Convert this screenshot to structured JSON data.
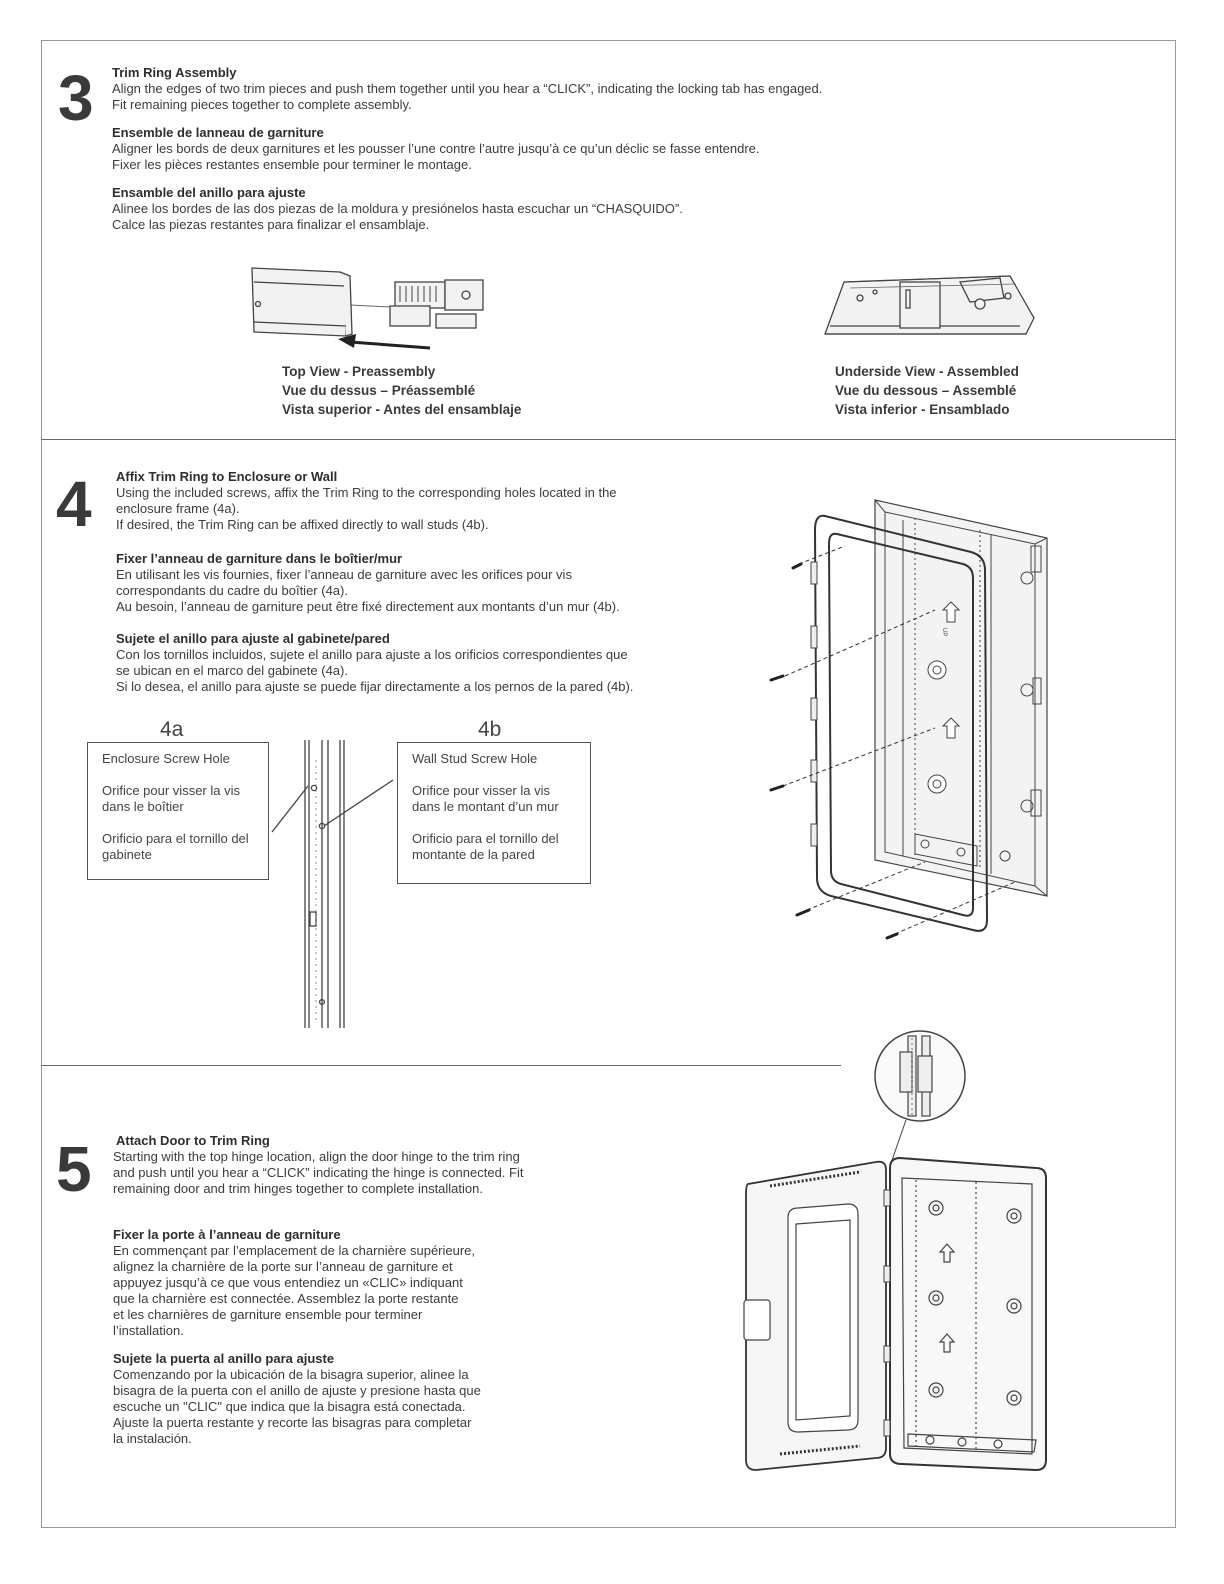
{
  "step3": {
    "number": "3",
    "en_title": "Trim Ring Assembly",
    "en_lines": [
      "Align the edges of two trim pieces and push them together until you hear a “CLICK”, indicating the locking tab has engaged.",
      "Fit remaining pieces together to complete assembly."
    ],
    "fr_title": "Ensemble de lanneau de garniture",
    "fr_lines": [
      "Aligner les bords de deux garnitures et les pousser l’une contre l’autre jusqu’à ce qu’un déclic se fasse entendre.",
      "Fixer les pièces restantes ensemble pour terminer le montage."
    ],
    "es_title": "Ensamble del anillo para ajuste",
    "es_lines": [
      "Alinee los bordes de las dos piezas de la moldura y presiónelos hasta escuchar un “CHASQUIDO”.",
      "Calce las piezas restantes para finalizar el ensamblaje."
    ],
    "top_view_caption": [
      "Top View - Preassembly",
      "Vue du dessus – Préassemblé",
      "Vista superior - Antes del ensamblaje"
    ],
    "underside_caption": [
      "Underside View - Assembled",
      "Vue du dessous – Assemblé",
      "Vista inferior - Ensamblado"
    ]
  },
  "step4": {
    "number": "4",
    "en_title": "Affix Trim Ring to Enclosure or Wall",
    "en_lines": [
      "Using the included screws, affix the Trim Ring to the corresponding holes located in the",
      "enclosure frame (4a).",
      "If desired, the Trim Ring can be affixed directly to wall studs (4b)."
    ],
    "fr_title": "Fixer l’anneau de garniture dans le boîtier/mur",
    "fr_lines": [
      "En utilisant les vis fournies, fixer l’anneau de garniture avec les orifices pour vis",
      "correspondants du cadre du boîtier (4a).",
      "Au besoin, l’anneau de garniture peut être fixé directement aux montants d’un mur (4b)."
    ],
    "es_title": "Sujete el anillo para ajuste al gabinete/pared",
    "es_lines": [
      "Con los tornillos incluidos, sujete el anillo para ajuste a los orificios correspondientes que",
      "se ubican en el marco del gabinete (4a).",
      "Si lo desea, el anillo para ajuste se puede fijar directamente a los pernos de la pared (4b)."
    ],
    "label_4a": "4a",
    "label_4b": "4b",
    "box_4a": [
      "Enclosure Screw Hole",
      "Orifice pour visser la vis dans le boîtier",
      "Orificio para el tornillo del gabinete"
    ],
    "box_4b": [
      "Wall Stud Screw Hole",
      "Orifice pour visser la vis dans le montant d’un mur",
      "Orificio para el tornillo del montante de la pared"
    ],
    "up_label": "UP"
  },
  "step5": {
    "number": "5",
    "en_title": "Attach Door to Trim Ring",
    "en_lines": [
      "Starting with the top hinge location, align the door hinge to the trim ring",
      "and push until you hear a “CLICK” indicating the hinge is connected. Fit",
      "remaining door and trim hinges together to complete installation."
    ],
    "fr_title": "Fixer la porte à l’anneau de garniture",
    "fr_lines": [
      "En commençant par l’emplacement de la charnière supérieure,",
      "alignez la charnière de la porte sur l’anneau de garniture et",
      "appuyez jusqu’à ce que vous entendiez un «CLIC» indiquant",
      "que la charnière est connectée.  Assemblez la porte restante",
      "et les charnières de garniture ensemble pour terminer",
      "l’installation."
    ],
    "es_title": "Sujete la puerta al anillo para ajuste",
    "es_lines": [
      "Comenzando por la ubicación de la bisagra superior, alinee la",
      "bisagra de la puerta con el anillo de ajuste y presione hasta que",
      "escuche un \"CLIC\" que indica que la bisagra está conectada.",
      "Ajuste la puerta restante y recorte las bisagras para completar",
      "la instalación."
    ]
  }
}
